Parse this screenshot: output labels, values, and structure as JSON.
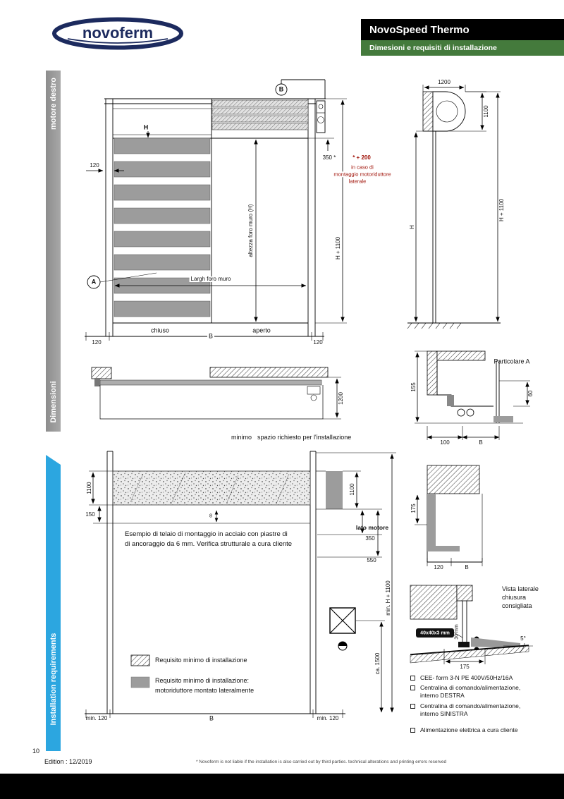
{
  "colors": {
    "brand_navy": "#1c2a5e",
    "header_black": "#000000",
    "accent_green": "#447a3c",
    "sidebar_gray": "#9a9a9a",
    "sidebar_blue": "#2ca6e0",
    "slat_gray": "#9c9c9c",
    "note_red": "#a01208"
  },
  "header": {
    "logo_text": "novoferm",
    "title": "NovoSpeed Thermo",
    "subtitle": "Dimesioni e requisiti di installazione"
  },
  "sidebar": {
    "top_label": "motore destro",
    "mid_label": "Dimensioni",
    "bottom_label": "Installation requirements"
  },
  "front_view": {
    "callout_b": "B",
    "callout_a": "A",
    "h_marker": "H",
    "dim_rail": "120",
    "dim_height": "altezza foro muro (H)",
    "dim_width": "Largh foro muro",
    "dim_lintel": "350 *",
    "note_star": "* + 200",
    "note_line1": "in caso di",
    "note_line2": "montaggio motoriduttore",
    "note_line3": "laterale",
    "dim_total": "H + 1100",
    "label_closed": "chiuso",
    "label_b": "B",
    "label_open": "aperto",
    "dim_bottom_left": "120",
    "dim_bottom_right": "120"
  },
  "side_view": {
    "dim_depth": "1200",
    "dim_head": "1100",
    "dim_h": "H",
    "dim_total": "H + 1100"
  },
  "plan_view": {
    "dim_depth": "1200",
    "caption_min": "minimo",
    "caption_rest": "spazio richiesto per l'installazione"
  },
  "detail_a": {
    "title": "Particolare A",
    "dim_155": "155",
    "dim_60": "60",
    "dim_100": "100",
    "dim_b": "B"
  },
  "install_view": {
    "dim_head_left": "1100",
    "dim_150": "150",
    "dim_head_right": "1100",
    "dim_8": "8",
    "motor_side": "lato motore",
    "dim_350": "350",
    "dim_550": "550",
    "note_line1": "Esempio di telaio di montaggio in acciaio con piastre di",
    "note_line2": "di ancoraggio da 6 mm. Verifica strutturale a cura cliente",
    "dim_min_height": "min. H + 1100",
    "dim_ca_1500": "ca. 1500",
    "legend_hatch": "Requisito minimo di installazione",
    "legend_gray_line1": "Requisito minimo di installazione:",
    "legend_gray_line2": "motoriduttore montato lateralmente",
    "dim_min120_left": "min. 120",
    "dim_b": "B",
    "dim_min120_right": "min. 120"
  },
  "motor_side_view": {
    "dim_175": "175",
    "dim_120": "120",
    "dim_b": "B"
  },
  "lateral_view": {
    "title_line1": "Vista laterale",
    "title_line2": "chiusura",
    "title_line3": "consigliata",
    "angle_label": "40x40x3 mm",
    "depth_label": "30 mm",
    "slope": "5°",
    "dim_175": "175"
  },
  "checklist": {
    "items": [
      {
        "line1": "CEE- form 3-N PE 400V/50Hz/16A",
        "line2": ""
      },
      {
        "line1": "Centralina di comando/alimentazione,",
        "line2": "interno DESTRA"
      },
      {
        "line1": "Centralina di comando/alimentazione,",
        "line2": "interno SINISTRA"
      },
      {
        "line1": "Alimentazione elettrica a cura cliente",
        "line2": ""
      }
    ]
  },
  "footer": {
    "page_number": "10",
    "edition": "Edition : 12/2019",
    "footnote": "* Novoferm is not liable if the installation is also carried out by third parties. technical alterations and printing errors reserved"
  }
}
